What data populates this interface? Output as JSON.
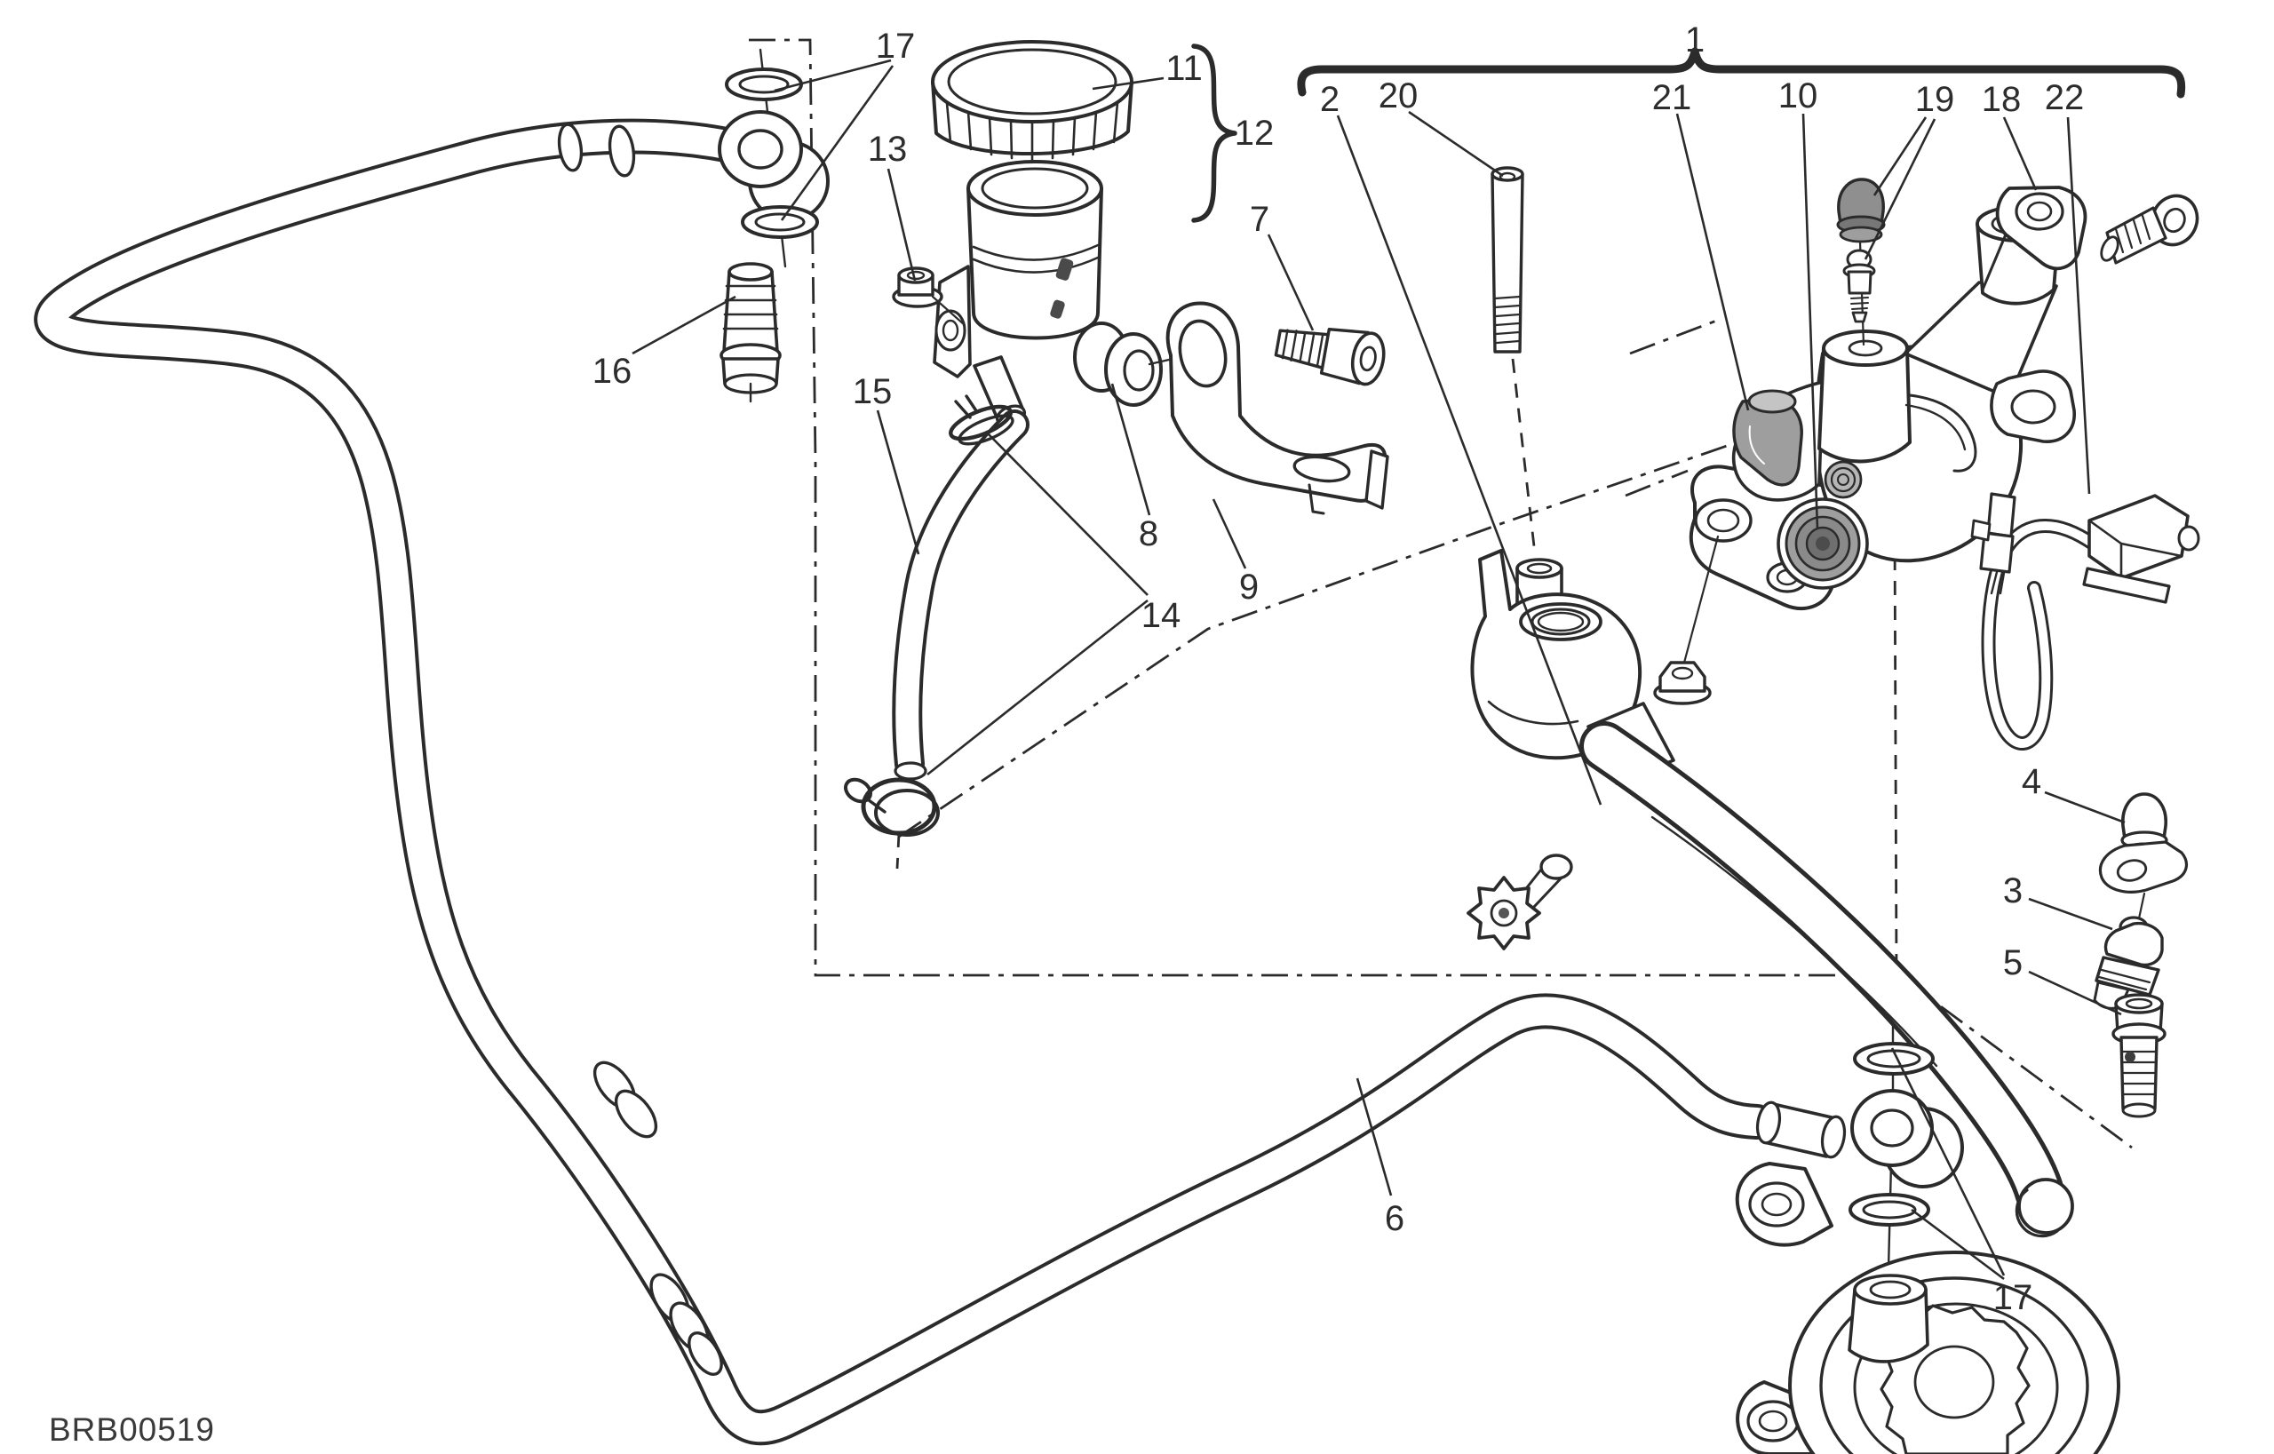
{
  "diagram": {
    "part_code": "BRB00519",
    "colors": {
      "line": "#2b2b2b",
      "shade_dark": "#6f6f6f",
      "shade_mid": "#9e9e9e",
      "shade_light": "#c4c4c4",
      "background": "#ffffff"
    },
    "callouts": {
      "n1": "1",
      "n2": "2",
      "n3": "3",
      "n4": "4",
      "n5": "5",
      "n6": "6",
      "n7": "7",
      "n8": "8",
      "n9": "9",
      "n10": "10",
      "n11": "11",
      "n12": "12",
      "n13": "13",
      "n14": "14",
      "n15": "15",
      "n16": "16",
      "n17_top": "17",
      "n17_bottom": "17",
      "n18": "18",
      "n19": "19",
      "n20": "20",
      "n21": "21",
      "n22": "22"
    }
  }
}
